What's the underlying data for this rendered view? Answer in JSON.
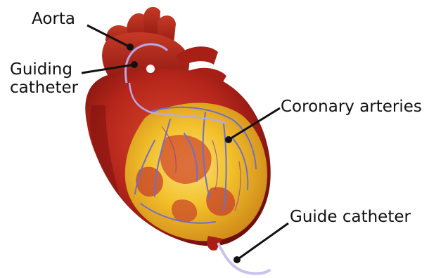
{
  "labels": {
    "aorta": "Aorta",
    "guiding_line1": "Guiding",
    "guiding_line2": "catheter",
    "coronary": "Coronary arteries",
    "guide": "Guide catheter"
  },
  "colors": {
    "heart_dark": "#8e1612",
    "heart_mid": "#c02a1c",
    "heart_light": "#d9472c",
    "fat_yellow": "#f2c02a",
    "fat_light": "#fbe27a",
    "vessel_blue": "#6f6fc8",
    "catheter": "#b9a8e6",
    "leader": "#111111"
  }
}
